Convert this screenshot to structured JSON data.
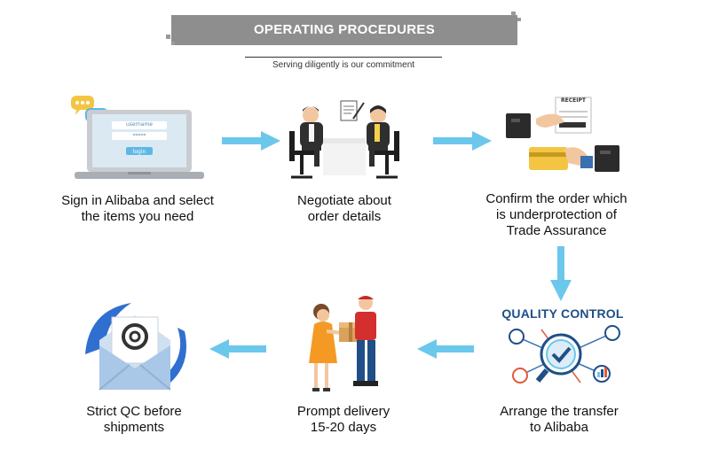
{
  "header": {
    "title": "OPERATING PROCEDURES",
    "subtitle": "Serving diligently is our commitment"
  },
  "login_form": {
    "username_placeholder": "username",
    "password_mask": "*****",
    "login_label": "login"
  },
  "receipt_label": "RECEIPT",
  "qc_label": "QUALITY CONTROL",
  "steps": [
    {
      "caption": "Sign in Alibaba and select\nthe items you need",
      "icon": "laptop-login-icon"
    },
    {
      "caption": "Negotiate about\norder details",
      "icon": "negotiation-icon"
    },
    {
      "caption": "Confirm the order which\nis underprotection of\nTrade Assurance",
      "icon": "payment-receipt-icon"
    },
    {
      "caption": "Arrange the transfer\nto Alibaba",
      "icon": "quality-control-icon"
    },
    {
      "caption": "Prompt delivery\n15-20 days",
      "icon": "delivery-icon"
    },
    {
      "caption": "Strict QC before\nshipments",
      "icon": "email-envelope-icon"
    }
  ],
  "colors": {
    "header_bg": "#8e8e8e",
    "arrow": "#6cc7ec",
    "qc_text": "#1f4f86"
  }
}
